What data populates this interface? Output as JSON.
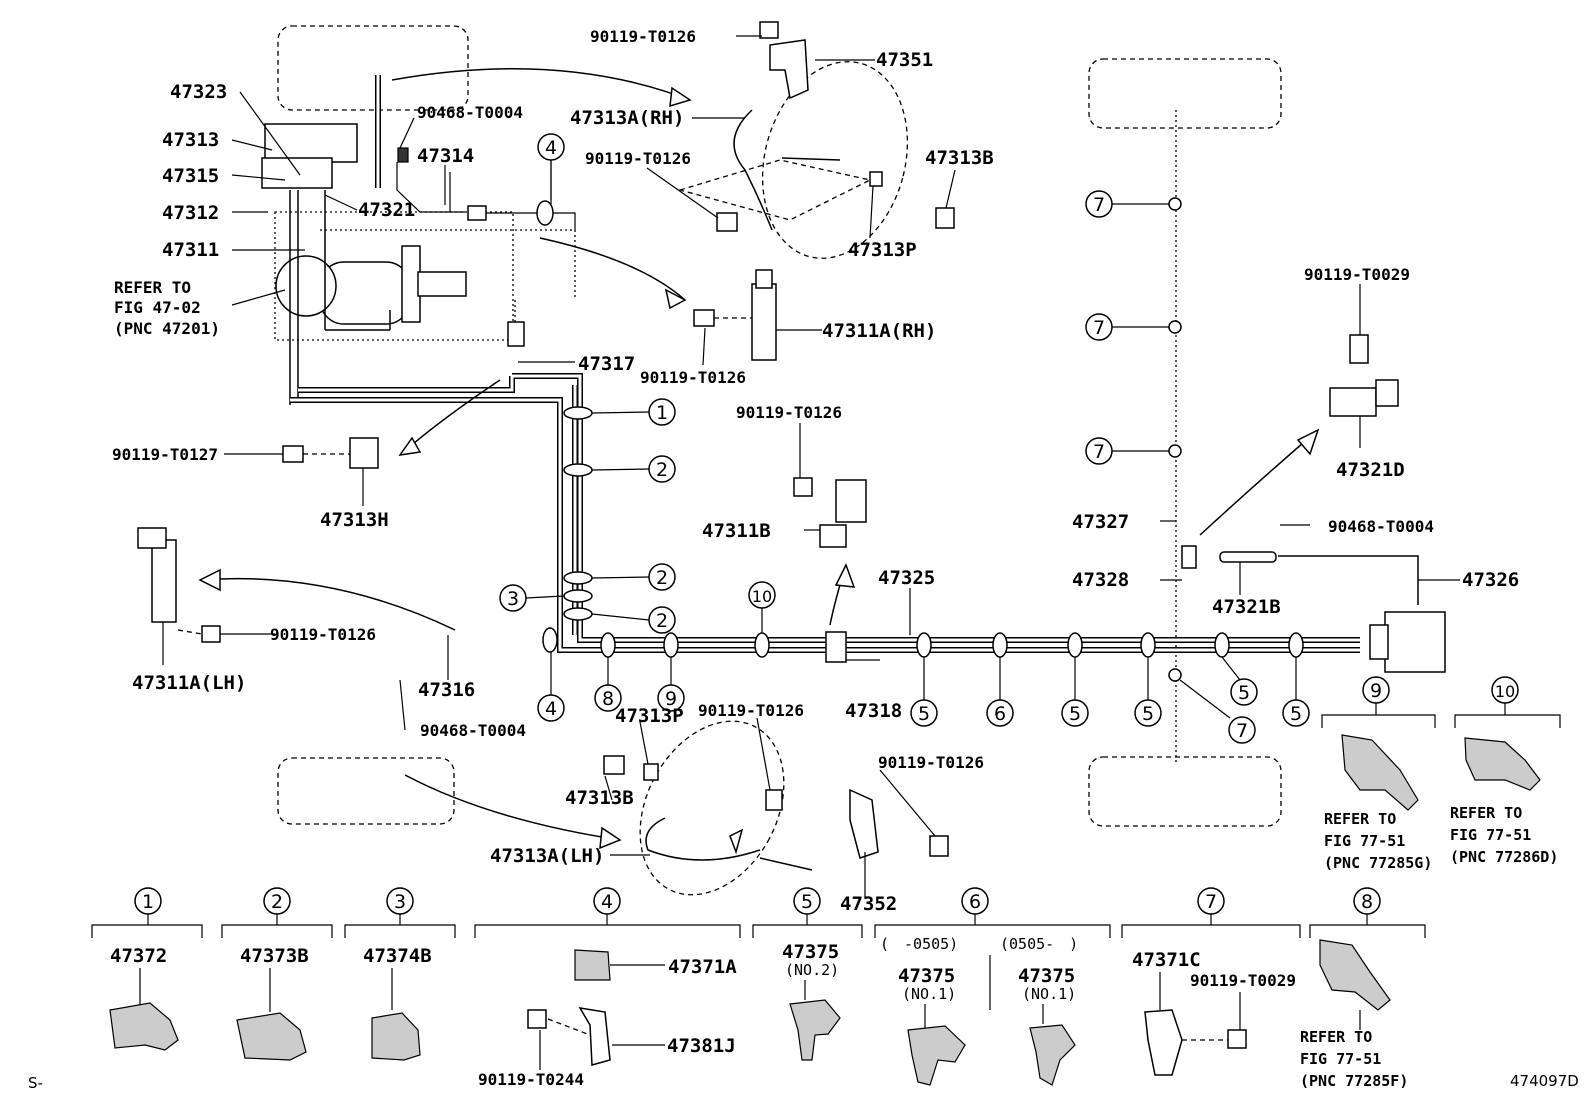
{
  "labels": {
    "p47323": "47323",
    "p47313": "47313",
    "p47315": "47315",
    "p47312": "47312",
    "p47311": "47311",
    "refer1": "REFER TO",
    "refer1b": "FIG 47-02",
    "refer1c": "(PNC 47201)",
    "p90468a": "90468-T0004",
    "p47314": "47314",
    "p47321": "47321",
    "p90119_t0126_a": "90119-T0126",
    "p47351": "47351",
    "p47313a_rh": "47313A(RH)",
    "p90119_t0126_b": "90119-T0126",
    "p47313b_top": "47313B",
    "p47313p_top": "47313P",
    "p47311a_rh": "47311A(RH)",
    "p90119_t0126_c": "90119-T0126",
    "p47317": "47317",
    "p90119_t0127": "90119-T0127",
    "p47313h": "47313H",
    "p90119_t0126_d": "90119-T0126",
    "p47311b": "47311B",
    "p47311a_lh": "47311A(LH)",
    "p90119_t0126_e": "90119-T0126",
    "p47316": "47316",
    "p90468b": "90468-T0004",
    "p47313p_bot": "47313P",
    "p90119_t0126_f": "90119-T0126",
    "p47313b_bot": "47313B",
    "p90119_t0126_g": "90119-T0126",
    "p47313a_lh": "47313A(LH)",
    "p47352": "47352",
    "p47318": "47318",
    "p47325": "47325",
    "p90119_t0029_a": "90119-T0029",
    "p47321d": "47321D",
    "p47327": "47327",
    "p90468c": "90468-T0004",
    "p47328": "47328",
    "p47326": "47326",
    "p47321b": "47321B",
    "refer9a": "REFER TO",
    "refer9b": "FIG 77-51",
    "refer9c": "(PNC 77285G)",
    "refer10a": "REFER TO",
    "refer10b": "FIG 77-51",
    "refer10c": "(PNC 77286D)",
    "refer8a": "REFER TO",
    "refer8b": "FIG 77-51",
    "refer8c": "(PNC 77285F)",
    "footer_left": "S-",
    "footer_right": "474097D"
  },
  "callouts": [
    "1",
    "2",
    "3",
    "4",
    "5",
    "6",
    "7",
    "8",
    "9",
    "10"
  ],
  "legend": {
    "c1": {
      "num": "1",
      "part": "47372"
    },
    "c2": {
      "num": "2",
      "part": "47373B"
    },
    "c3": {
      "num": "3",
      "part": "47374B"
    },
    "c4": {
      "num": "4",
      "part_a": "47371A",
      "part_b": "47381J",
      "bolt": "90119-T0244"
    },
    "c5": {
      "num": "5",
      "part": "47375",
      "sub": "(NO.2)"
    },
    "c6": {
      "num": "6",
      "range_a": "(　-0505)",
      "range_b": "(0505-　)",
      "part_a": "47375",
      "sub_a": "(NO.1)",
      "part_b": "47375",
      "sub_b": "(NO.1)"
    },
    "c7": {
      "num": "7",
      "part": "47371C",
      "bolt": "90119-T0029"
    },
    "c8": {
      "num": "8"
    }
  }
}
